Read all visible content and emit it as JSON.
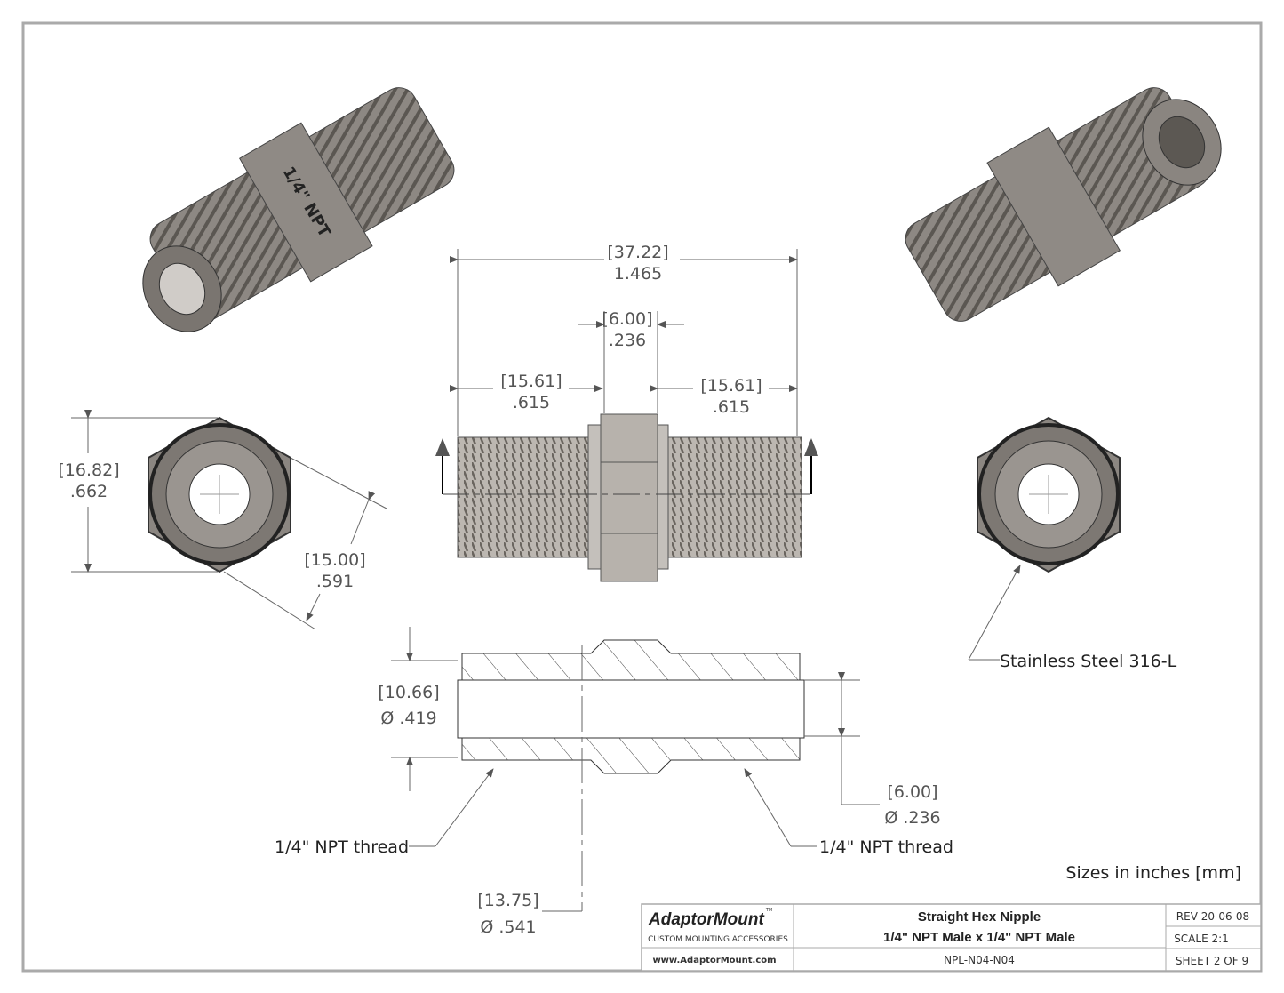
{
  "dimensions": {
    "overall_mm": "[37.22]",
    "overall_in": "1.465",
    "hex_width_mm": "[6.00]",
    "hex_width_in": ".236",
    "left_thread_mm": "[15.61]",
    "left_thread_in": ".615",
    "right_thread_mm": "[15.61]",
    "right_thread_in": ".615",
    "hex_corner_mm": "[16.82]",
    "hex_corner_in": ".662",
    "hex_flat_mm": "[15.00]",
    "hex_flat_in": ".591",
    "bore_mm": "[10.66]",
    "bore_in": "Ø .419",
    "inner_mm": "[6.00]",
    "inner_in": "Ø .236",
    "outer_mm": "[13.75]",
    "outer_in": "Ø .541"
  },
  "notes": {
    "material": "Stainless Steel 316-L",
    "thread_left": "1/4\" NPT thread",
    "thread_right": "1/4\" NPT thread",
    "units": "Sizes in inches [mm]",
    "part_marking": "1/4\" NPT"
  },
  "title_block": {
    "company": "AdaptorMount",
    "tm": "TM",
    "tagline": "CUSTOM MOUNTING ACCESSORIES",
    "website": "www.AdaptorMount.com",
    "title_line1": "Straight Hex Nipple",
    "title_line2": "1/4\" NPT Male x 1/4\" NPT Male",
    "part_number": "NPL-N04-N04",
    "rev": "REV 20-06-08",
    "scale": "SCALE 2:1",
    "sheet": "SHEET 2 OF 9"
  },
  "colors": {
    "metal": "#8a8580",
    "metal_dark": "#5e5a56",
    "line": "#666666"
  }
}
